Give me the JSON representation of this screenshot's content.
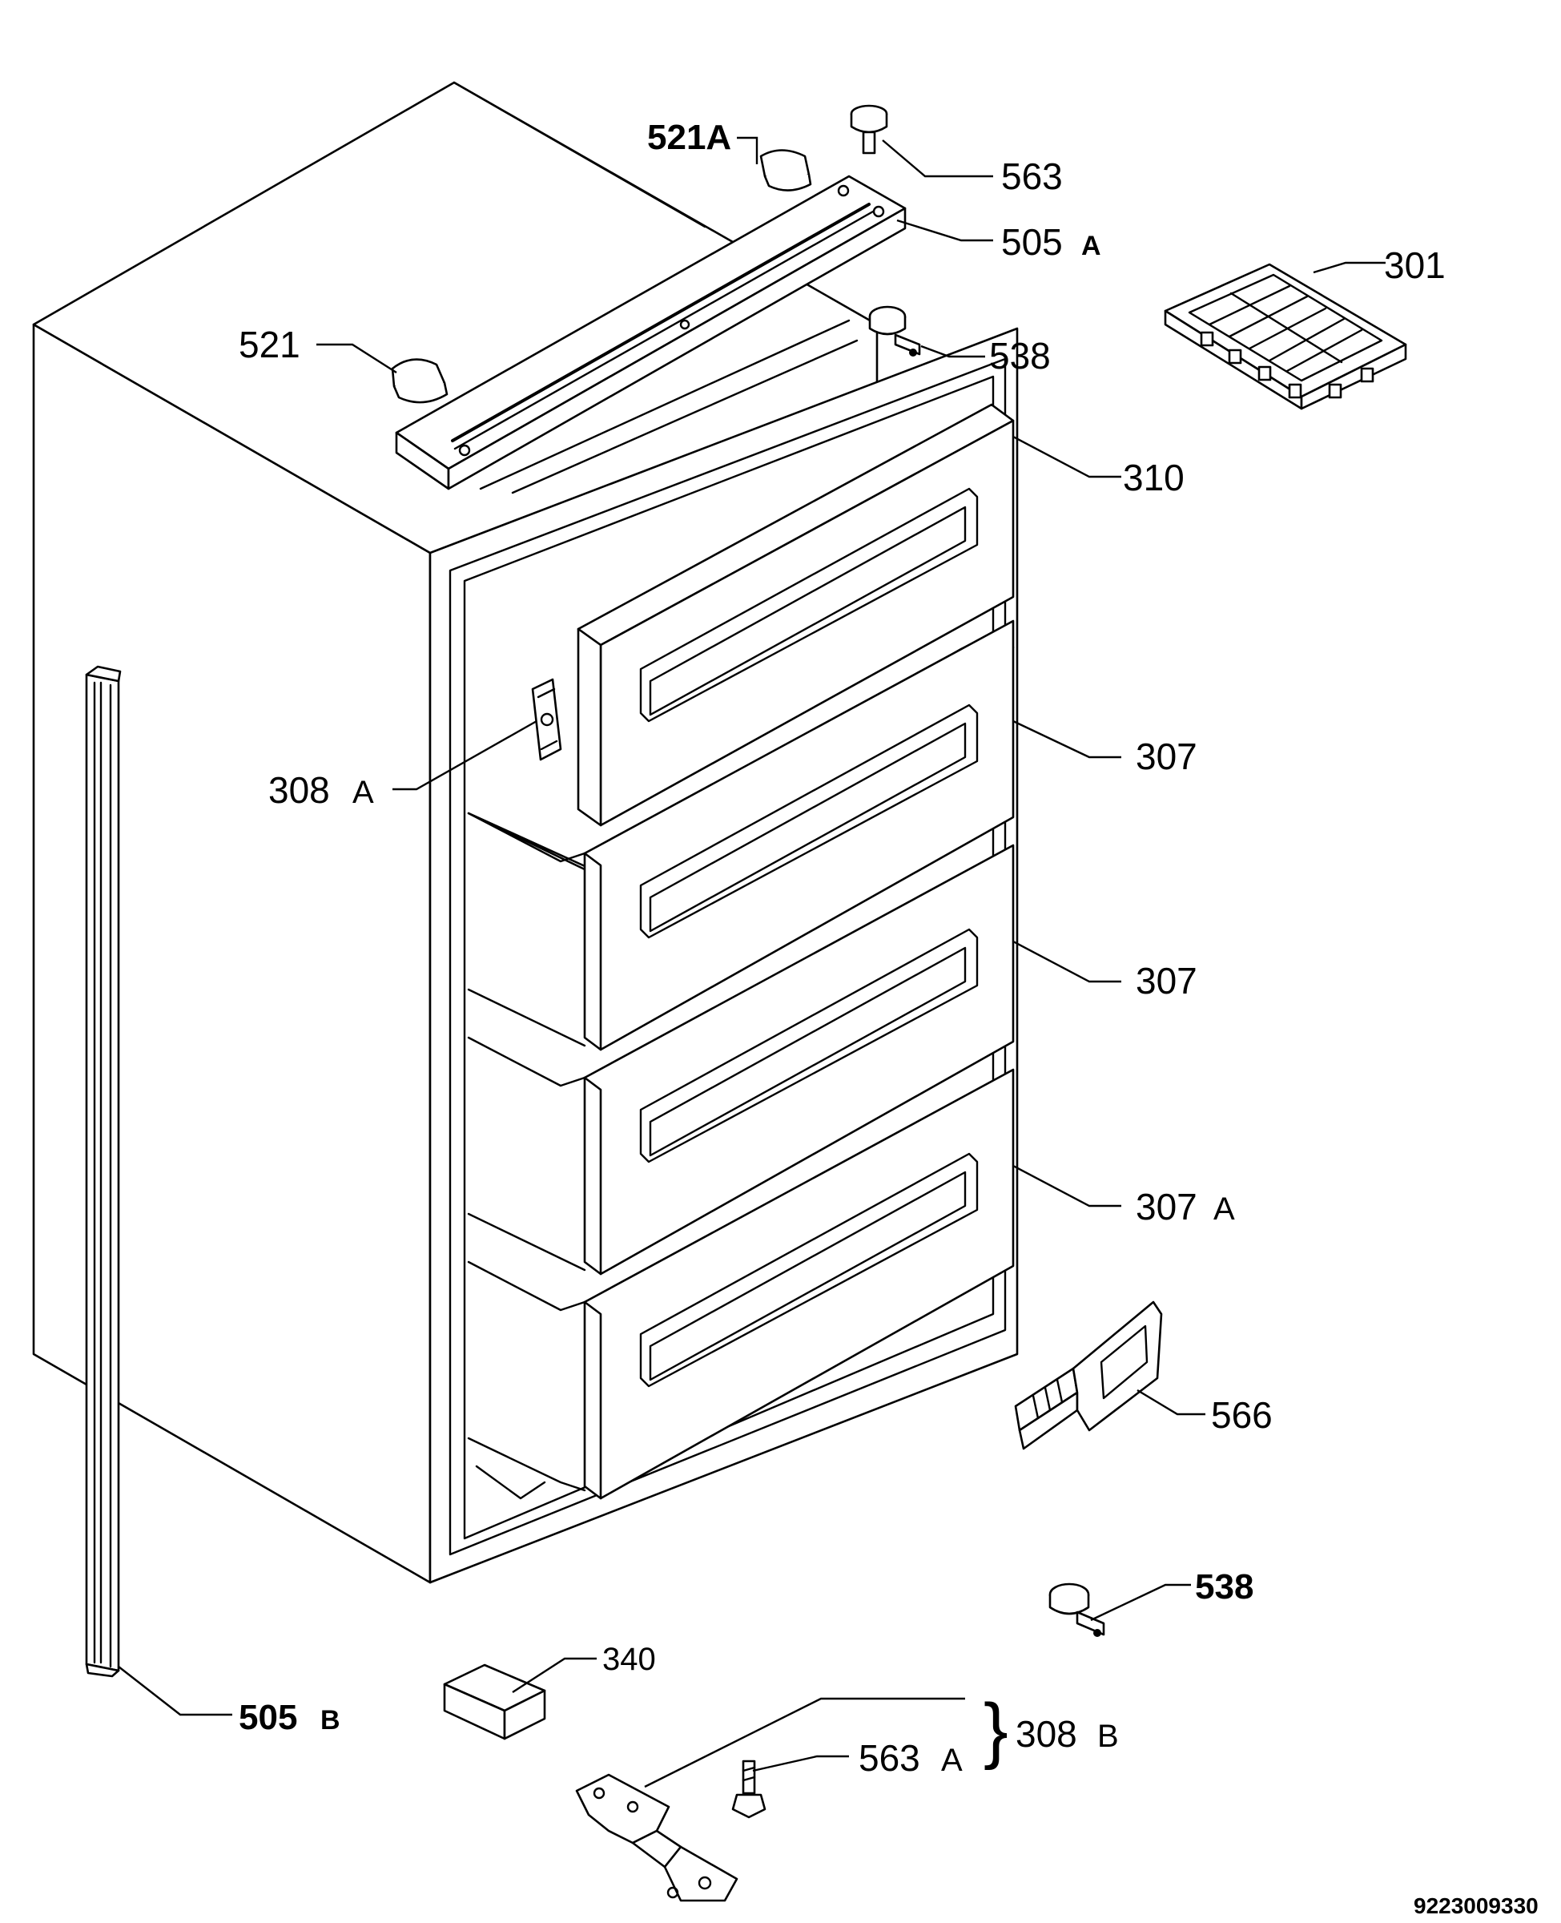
{
  "drawing": {
    "document_number": "9223009330"
  },
  "labels": {
    "p521a": "521A",
    "p563": "563",
    "p505a": "505",
    "p505a_suffix": "A",
    "p301": "301",
    "p521": "521",
    "p538_top": "538",
    "p310": "310",
    "p308a": "308",
    "p308a_suffix": "A",
    "p307_1": "307",
    "p307_2": "307",
    "p307a": "307",
    "p307a_suffix": "A",
    "p566": "566",
    "p538_bottom": "538",
    "p340": "340",
    "p505b": "505",
    "p505b_suffix": "B",
    "p563a": "563",
    "p563a_suffix": "A",
    "p308b": "308",
    "p308b_suffix": "B",
    "brace": "}"
  }
}
